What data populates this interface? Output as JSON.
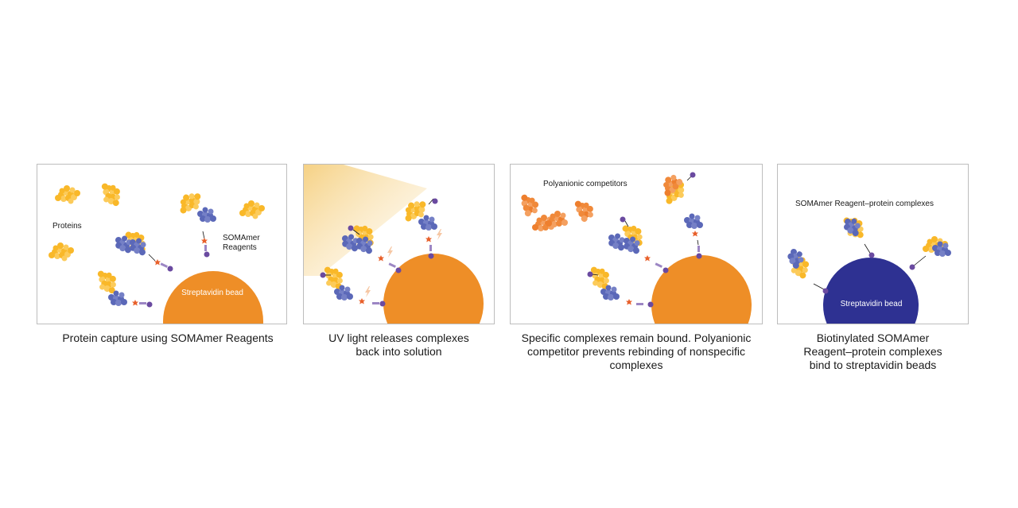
{
  "figure": {
    "colors": {
      "protein_yellow": "#F9B829",
      "protein_yellow_light": "#FCCB5A",
      "somamer_blue": "#5B68B8",
      "somamer_blue_light": "#7580C6",
      "streptavidin_orange": "#EE8E27",
      "streptavidin_navy": "#2E3192",
      "biotin_purple": "#6A4AA0",
      "linker_lavender": "#9C86C4",
      "photocleavable_red": "#E8612C",
      "competitor_orange": "#F0893A",
      "uv_light": "#F7D68E",
      "panel_border": "#BDBDBD"
    },
    "panels": [
      {
        "id": "protein-capture",
        "labels": {
          "proteins": "Proteins",
          "somamer_line1": "SOMAmer",
          "somamer_line2": "Reagents",
          "bead": "Streptavidin bead"
        },
        "caption": "Protein capture using SOMAmer Reagents"
      },
      {
        "id": "uv-release",
        "labels": {},
        "caption_line1": "UV light releases complexes",
        "caption_line2": "back into solution"
      },
      {
        "id": "polyanionic-competition",
        "labels": {
          "competitors": "Polyanionic competitors"
        },
        "caption_line1": "Specific complexes remain bound. Polyanionic",
        "caption_line2": "competitor prevents rebinding of nonspecific",
        "caption_line3": "complexes"
      },
      {
        "id": "biotin-streptavidin-binding",
        "labels": {
          "complexes": "SOMAmer Reagent–protein complexes",
          "bead": "Streptavidin bead"
        },
        "caption_line1": "Biotinylated SOMAmer",
        "caption_line2": "Reagent–protein complexes",
        "caption_line3": "bind to streptavidin beads"
      }
    ]
  }
}
